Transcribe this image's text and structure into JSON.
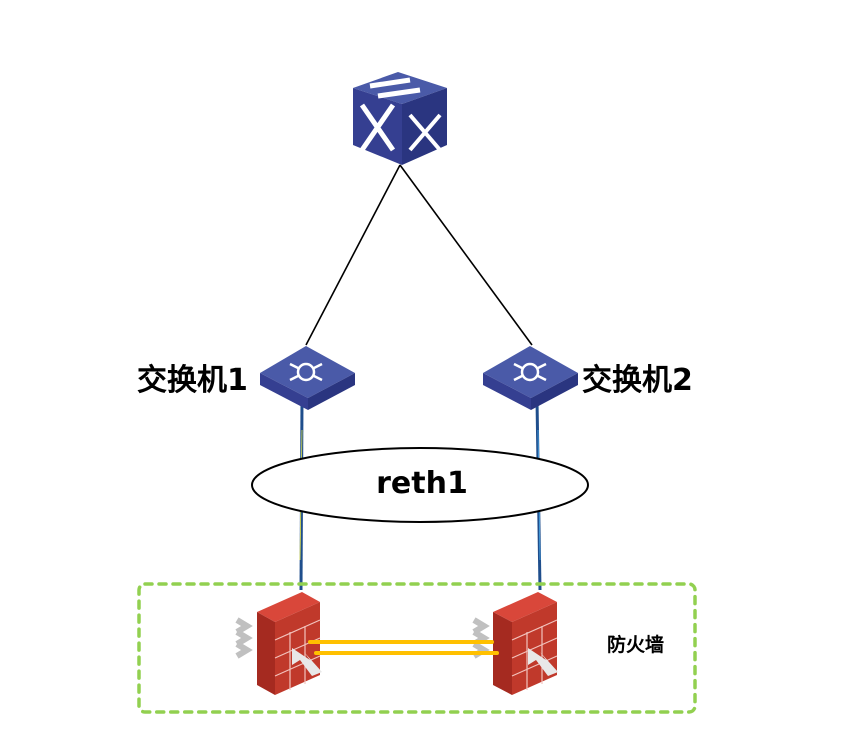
{
  "diagram": {
    "type": "network-topology",
    "nodes": [
      {
        "id": "core",
        "kind": "core-switch",
        "label": ""
      },
      {
        "id": "sw1",
        "kind": "l3-switch",
        "label": "交换机1"
      },
      {
        "id": "sw2",
        "kind": "l3-switch",
        "label": "交换机2"
      },
      {
        "id": "fw1",
        "kind": "firewall",
        "label": ""
      },
      {
        "id": "fw2",
        "kind": "firewall",
        "label": ""
      }
    ],
    "edges": [
      {
        "from": "core",
        "to": "sw1",
        "style": "black-line"
      },
      {
        "from": "core",
        "to": "sw2",
        "style": "black-line"
      },
      {
        "from": "sw1",
        "to": "fw1",
        "style": "blue-cable"
      },
      {
        "from": "sw2",
        "to": "fw2",
        "style": "blue-cable"
      },
      {
        "from": "fw1",
        "to": "fw2",
        "style": "yellow-double-heartbeat"
      }
    ],
    "groups": [
      {
        "id": "reth",
        "shape": "ellipse",
        "label": "reth1"
      },
      {
        "id": "fw-group",
        "shape": "dashed-rectangle",
        "label": "防火墙"
      }
    ],
    "colors": {
      "switch_top": "#4a5aa8",
      "switch_side": "#2a3580",
      "switch_front": "#353f91",
      "cable": "#1f4e8c",
      "heartbeat": "#ffc000",
      "group_border": "#92d050",
      "firewall": "#c0392b"
    }
  },
  "labels": {
    "switch1": "交换机1",
    "switch2": "交换机2",
    "reth": "reth1",
    "firewall_group": "防火墙"
  }
}
